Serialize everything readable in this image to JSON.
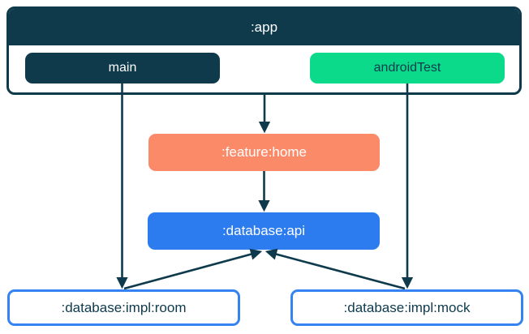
{
  "colors": {
    "navy": "#0E3A4C",
    "green": "#0BDA8B",
    "coral": "#FB8A69",
    "blue": "#2C7CEF",
    "border_blue": "#3583F2",
    "background": "#FFFFFF"
  },
  "diagram": {
    "app_module": {
      "label": ":app",
      "source_sets": [
        {
          "id": "main",
          "label": "main",
          "color": "#0E3A4C"
        },
        {
          "id": "androidTest",
          "label": "androidTest",
          "color": "#0BDA8B"
        }
      ]
    },
    "nodes": [
      {
        "id": "feature-home",
        "label": ":feature:home",
        "fill": "#FB8A69",
        "text_color": "#FFFFFF"
      },
      {
        "id": "database-api",
        "label": ":database:api",
        "fill": "#2C7CEF",
        "text_color": "#FFFFFF"
      },
      {
        "id": "database-impl-room",
        "label": ":database:impl:room",
        "fill": "#FFFFFF",
        "border": "#3583F2",
        "text_color": "#0E3A4C"
      },
      {
        "id": "database-impl-mock",
        "label": ":database:impl:mock",
        "fill": "#FFFFFF",
        "border": "#3583F2",
        "text_color": "#0E3A4C"
      }
    ],
    "edges": [
      {
        "from": ":app",
        "to": ":feature:home"
      },
      {
        "from": "main",
        "to": ":database:impl:room"
      },
      {
        "from": "androidTest",
        "to": ":database:impl:mock"
      },
      {
        "from": ":feature:home",
        "to": ":database:api"
      },
      {
        "from": ":database:impl:room",
        "to": ":database:api"
      },
      {
        "from": ":database:impl:mock",
        "to": ":database:api"
      }
    ]
  }
}
